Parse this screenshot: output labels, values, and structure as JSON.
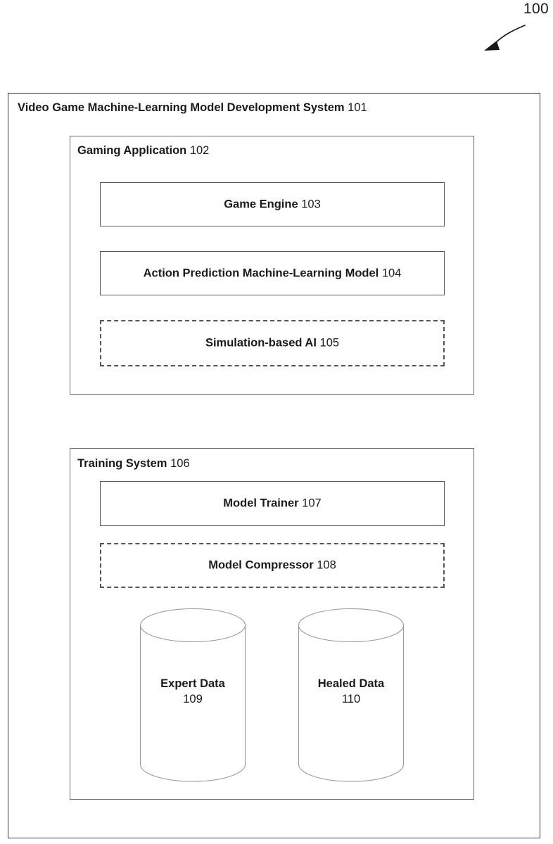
{
  "figure": {
    "reference_number": "100",
    "arrow_icon": "curved-arrow-down-left"
  },
  "system": {
    "label": "Video Game Machine-Learning Model Development System",
    "number": "101",
    "sections": [
      {
        "label": "Gaming Application",
        "number": "102",
        "components": [
          {
            "label": "Game Engine",
            "number": "103",
            "border": "solid"
          },
          {
            "label": "Action Prediction Machine-Learning Model",
            "number": "104",
            "border": "solid"
          },
          {
            "label": "Simulation-based AI",
            "number": "105",
            "border": "dashed"
          }
        ]
      },
      {
        "label": "Training System",
        "number": "106",
        "components": [
          {
            "label": "Model Trainer",
            "number": "107",
            "border": "solid"
          },
          {
            "label": "Model Compressor",
            "number": "108",
            "border": "dashed"
          }
        ],
        "data_stores": [
          {
            "label": "Expert Data",
            "number": "109",
            "icon": "database-cylinder"
          },
          {
            "label": "Healed Data",
            "number": "110",
            "icon": "database-cylinder"
          }
        ]
      }
    ]
  },
  "colors": {
    "background": "#ffffff",
    "text": "#1a1a1a",
    "outer_border": "#3a3a3a",
    "inner_border": "#6a6a6a",
    "component_border": "#555555",
    "cylinder_stroke": "#9a9a9a"
  }
}
